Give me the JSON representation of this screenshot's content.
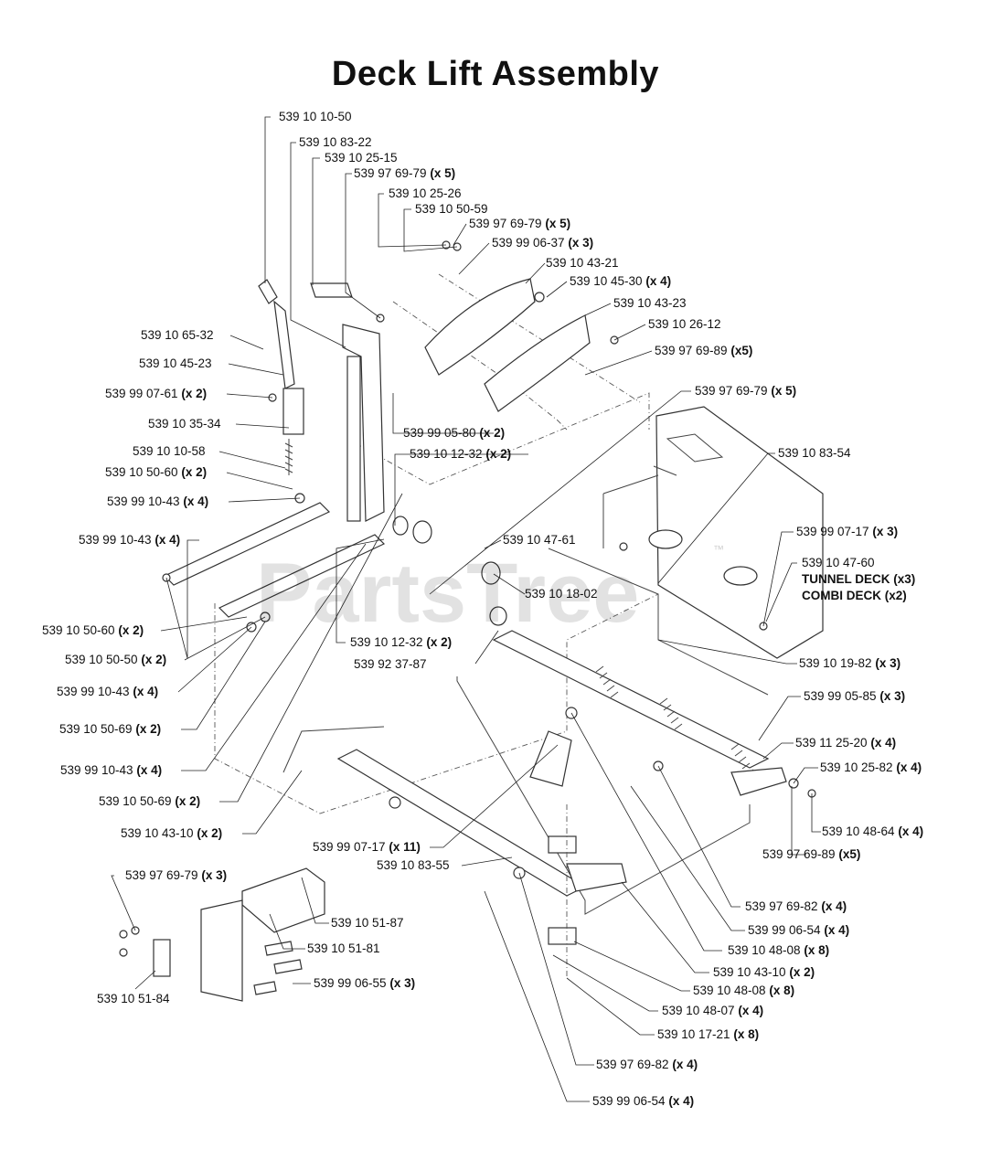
{
  "title": "Deck Lift Assembly",
  "watermark": "PartsTree",
  "watermark_mark": "™",
  "callouts": [
    {
      "part": "539 10 10-50",
      "qty": ""
    },
    {
      "part": "539 10 83-22",
      "qty": ""
    },
    {
      "part": "539 10 25-15",
      "qty": ""
    },
    {
      "part": "539 97 69-79",
      "qty": "(x 5)"
    },
    {
      "part": "539 10 25-26",
      "qty": ""
    },
    {
      "part": "539 10 50-59",
      "qty": ""
    },
    {
      "part": "539 97 69-79",
      "qty": "(x 5)"
    },
    {
      "part": "539 99 06-37",
      "qty": "(x 3)"
    },
    {
      "part": "539 10 43-21",
      "qty": ""
    },
    {
      "part": "539 10 45-30",
      "qty": "(x 4)"
    },
    {
      "part": "539 10 43-23",
      "qty": ""
    },
    {
      "part": "539 10 26-12",
      "qty": ""
    },
    {
      "part": "539 97 69-89",
      "qty": "(x5)"
    },
    {
      "part": "539 97 69-79",
      "qty": "(x 5)"
    },
    {
      "part": "539 10 83-54",
      "qty": ""
    },
    {
      "part": "539 99 07-17",
      "qty": "(x 3)"
    },
    {
      "part": "539 10 47-60",
      "qty": ""
    },
    {
      "part": "TUNNEL DECK (x3)",
      "qty": ""
    },
    {
      "part": "COMBI DECK (x2)",
      "qty": ""
    },
    {
      "part": "539 10 65-32",
      "qty": ""
    },
    {
      "part": "539 10 45-23",
      "qty": ""
    },
    {
      "part": "539 99 07-61",
      "qty": "(x 2)"
    },
    {
      "part": "539 10 35-34",
      "qty": ""
    },
    {
      "part": "539 10 10-58",
      "qty": ""
    },
    {
      "part": "539 10 50-60",
      "qty": "(x 2)"
    },
    {
      "part": "539 99 10-43",
      "qty": "(x 4)"
    },
    {
      "part": "539 99 05-80",
      "qty": "(x 2)"
    },
    {
      "part": "539 10 12-32",
      "qty": "(x 2)"
    },
    {
      "part": "539 99 10-43",
      "qty": "(x 4)"
    },
    {
      "part": "539 10 47-61",
      "qty": ""
    },
    {
      "part": "539 10 18-02",
      "qty": ""
    },
    {
      "part": "539 10 50-60",
      "qty": "(x 2)"
    },
    {
      "part": "539 10 12-32",
      "qty": "(x 2)"
    },
    {
      "part": "539 10 50-50",
      "qty": "(x 2)"
    },
    {
      "part": "539 92 37-87",
      "qty": ""
    },
    {
      "part": "539 99 10-43",
      "qty": "(x 4)"
    },
    {
      "part": "539 10 19-82",
      "qty": "(x 3)"
    },
    {
      "part": "539 99 05-85",
      "qty": "(x 3)"
    },
    {
      "part": "539 10 50-69",
      "qty": "(x 2)"
    },
    {
      "part": "539 11 25-20",
      "qty": "(x 4)"
    },
    {
      "part": "539 10 25-82",
      "qty": "(x 4)"
    },
    {
      "part": "539 99 10-43",
      "qty": "(x 4)"
    },
    {
      "part": "539 10 50-69",
      "qty": "(x 2)"
    },
    {
      "part": "539 10 43-10",
      "qty": "(x 2)"
    },
    {
      "part": "539 10 48-64",
      "qty": "(x 4)"
    },
    {
      "part": "539 99 07-17",
      "qty": "(x 11)"
    },
    {
      "part": "539 97 69-89",
      "qty": "(x5)"
    },
    {
      "part": "539 10 83-55",
      "qty": ""
    },
    {
      "part": "539 97 69-79",
      "qty": "(x 3)"
    },
    {
      "part": "539 10 51-87",
      "qty": ""
    },
    {
      "part": "539 97 69-82",
      "qty": "(x 4)"
    },
    {
      "part": "539 10 51-81",
      "qty": ""
    },
    {
      "part": "539 99 06-54",
      "qty": "(x 4)"
    },
    {
      "part": "539 10 48-08",
      "qty": "(x 8)"
    },
    {
      "part": "539 99 06-55",
      "qty": "(x 3)"
    },
    {
      "part": "539 10 43-10",
      "qty": "(x 2)"
    },
    {
      "part": "539 10 51-84",
      "qty": ""
    },
    {
      "part": "539 10 48-08",
      "qty": "(x 8)"
    },
    {
      "part": "539 10 48-07",
      "qty": "(x 4)"
    },
    {
      "part": "539 10 17-21",
      "qty": "(x 8)"
    },
    {
      "part": "539 97 69-82",
      "qty": "(x 4)"
    },
    {
      "part": "539 99 06-54",
      "qty": "(x 4)"
    }
  ]
}
